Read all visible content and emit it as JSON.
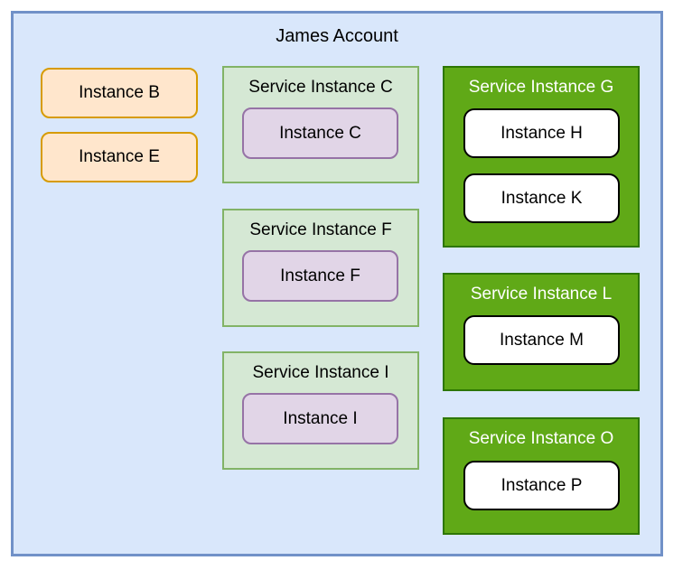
{
  "account": {
    "title": "James Account",
    "standalone_instances": [
      {
        "label": "Instance B"
      },
      {
        "label": "Instance E"
      }
    ],
    "light_services": [
      {
        "title": "Service Instance C",
        "instances": [
          {
            "label": "Instance C"
          }
        ]
      },
      {
        "title": "Service Instance F",
        "instances": [
          {
            "label": "Instance F"
          }
        ]
      },
      {
        "title": "Service Instance I",
        "instances": [
          {
            "label": "Instance I"
          }
        ]
      }
    ],
    "dark_services": [
      {
        "title": "Service Instance G",
        "instances": [
          {
            "label": "Instance H"
          },
          {
            "label": "Instance K"
          }
        ]
      },
      {
        "title": "Service Instance L",
        "instances": [
          {
            "label": "Instance M"
          }
        ]
      },
      {
        "title": "Service Instance O",
        "instances": [
          {
            "label": "Instance P"
          }
        ]
      }
    ]
  },
  "colors": {
    "account_fill": "#d9e7fb",
    "account_border": "#7191c8",
    "standalone_fill": "#ffe6cc",
    "standalone_border": "#d79b00",
    "light_service_fill": "#d5e8d4",
    "light_service_border": "#82b366",
    "light_instance_fill": "#e1d5e7",
    "light_instance_border": "#9673a6",
    "dark_service_fill": "#60a917",
    "dark_service_border": "#2d7600",
    "dark_service_title_text": "#ffffff",
    "dark_instance_fill": "#ffffff",
    "dark_instance_border": "#000000",
    "text": "#000000"
  }
}
